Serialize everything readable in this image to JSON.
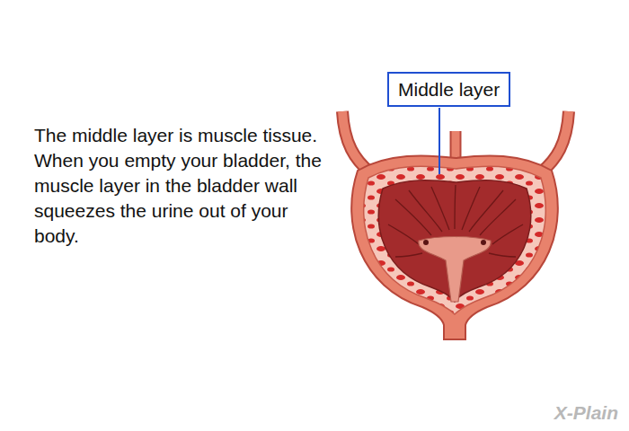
{
  "diagram": {
    "nodes": [
      {
        "text": [
          "Middle layer"
        ]
      }
    ],
    "labels": [
      "The middle layer is muscle tissue. When you empty your bladder, the muscle layer in the bladder wall squeezes the urine out of your body.",
      "X-Plain"
    ]
  }
}
